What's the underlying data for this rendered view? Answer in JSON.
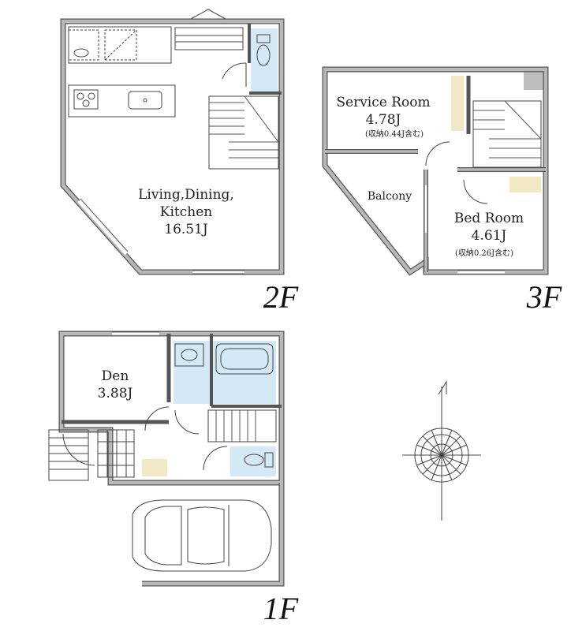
{
  "floors": {
    "f1": {
      "label": "1F",
      "rooms": {
        "den": {
          "name": "Den",
          "size": "3.88J"
        }
      }
    },
    "f2": {
      "label": "2F",
      "rooms": {
        "ldk": {
          "name_line1": "Living,Dining,",
          "name_line2": "Kitchen",
          "size": "16.51J"
        }
      }
    },
    "f3": {
      "label": "3F",
      "rooms": {
        "service": {
          "name": "Service Room",
          "size": "4.78J",
          "note": "(収納0.44J含む)"
        },
        "balcony": {
          "name": "Balcony"
        },
        "bed": {
          "name": "Bed Room",
          "size": "4.61J",
          "note": "(収納0.26J含む)"
        }
      }
    }
  },
  "colors": {
    "wall": "#b5b5b5",
    "wet_area": "#d5e8f5",
    "storage": "#f2e8c6"
  },
  "icons": [
    "compass-icon",
    "car-icon",
    "stairs-icon",
    "toilet-icon",
    "bathtub-icon",
    "stove-icon",
    "sink-icon"
  ]
}
